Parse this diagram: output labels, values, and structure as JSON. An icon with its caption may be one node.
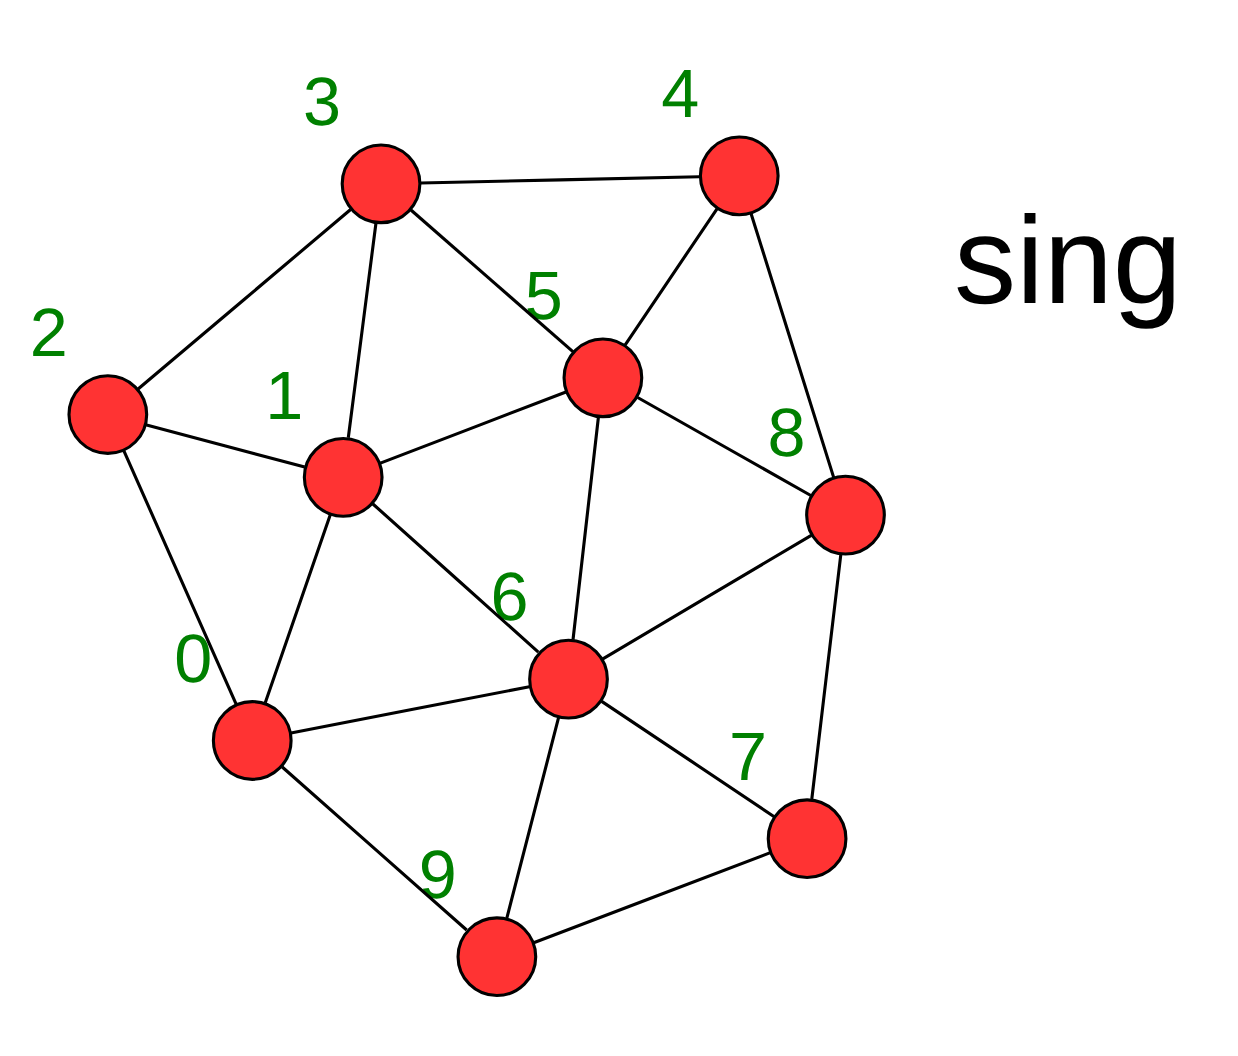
{
  "diagram": {
    "nodes": [
      {
        "text": [],
        "shape": "circle",
        "beside": [
          "0"
        ]
      },
      {
        "text": [],
        "shape": "circle",
        "beside": [
          "1"
        ]
      },
      {
        "text": [],
        "shape": "circle",
        "beside": [
          "2"
        ]
      },
      {
        "text": [],
        "shape": "circle",
        "beside": [
          "3"
        ]
      },
      {
        "text": [],
        "shape": "circle",
        "beside": [
          "4"
        ]
      },
      {
        "text": [],
        "shape": "circle",
        "beside": [
          "5"
        ]
      },
      {
        "text": [],
        "shape": "circle",
        "beside": [
          "6"
        ]
      },
      {
        "text": [],
        "shape": "circle",
        "beside": [
          "7"
        ]
      },
      {
        "text": [],
        "shape": "circle",
        "beside": [
          "8"
        ]
      },
      {
        "text": [],
        "shape": "circle",
        "beside": [
          "9"
        ]
      }
    ],
    "edges": [
      {
        "from": 0,
        "to": 2,
        "arrow": "none"
      },
      {
        "from": 2,
        "to": 3,
        "arrow": "none"
      },
      {
        "from": 3,
        "to": 4,
        "arrow": "none"
      },
      {
        "from": 0,
        "to": 1,
        "arrow": "none"
      },
      {
        "from": 2,
        "to": 1,
        "arrow": "none"
      },
      {
        "from": 1,
        "to": 3,
        "arrow": "none"
      },
      {
        "from": 1,
        "to": 5,
        "arrow": "none"
      },
      {
        "from": 3,
        "to": 5,
        "arrow": "none"
      },
      {
        "from": 4,
        "to": 5,
        "arrow": "none"
      },
      {
        "from": 4,
        "to": 8,
        "arrow": "none"
      },
      {
        "from": 0,
        "to": 6,
        "arrow": "none"
      },
      {
        "from": 0,
        "to": 9,
        "arrow": "none"
      },
      {
        "from": 1,
        "to": 6,
        "arrow": "none"
      },
      {
        "from": 5,
        "to": 6,
        "arrow": "none"
      },
      {
        "from": 9,
        "to": 6,
        "arrow": "none"
      },
      {
        "from": 5,
        "to": 8,
        "arrow": "none"
      },
      {
        "from": 9,
        "to": 7,
        "arrow": "none"
      },
      {
        "from": 6,
        "to": 7,
        "arrow": "none"
      },
      {
        "from": 6,
        "to": 8,
        "arrow": "none"
      },
      {
        "from": 7,
        "to": 8,
        "arrow": "none"
      }
    ],
    "labels": [
      "sing"
    ]
  }
}
